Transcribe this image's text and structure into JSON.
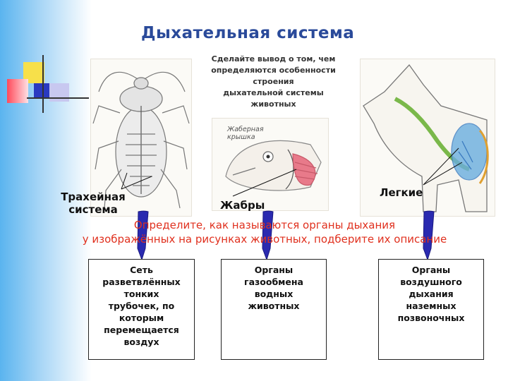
{
  "title": "Дыхательная система",
  "prompt": {
    "line1": "Сделайте вывод о том, чем",
    "line2": "определяются особенности",
    "line3": "строения",
    "line4": "дыхательной системы",
    "line5": "животных"
  },
  "instruction": {
    "line1": "Определите, как называются органы дыхания",
    "line2": "у изображённых на рисунках животных, подберите их описание"
  },
  "labels": {
    "insect_line1": "Трахейная",
    "insect_line2": "система",
    "fish_caption_line1": "Жаберная",
    "fish_caption_line2": "крышка",
    "fish": "Жабры",
    "mammal": "Легкие"
  },
  "descriptions": {
    "box1": [
      "Сеть",
      "разветвлённых",
      "тонких",
      "трубочек, по",
      "которым",
      "перемещается",
      "воздух"
    ],
    "box2": [
      "Органы",
      "газообмена",
      "водных",
      "животных"
    ],
    "box3": [
      "Органы",
      "воздушного",
      "дыхания",
      "наземных",
      "позвоночных"
    ]
  },
  "colors": {
    "title": "#2a4a9a",
    "instruction": "#e0301e",
    "arrow": "#2a2ab0",
    "gills": "#e87a8a",
    "lungs": "#6aaee0",
    "trachea": "#7ab84a"
  }
}
